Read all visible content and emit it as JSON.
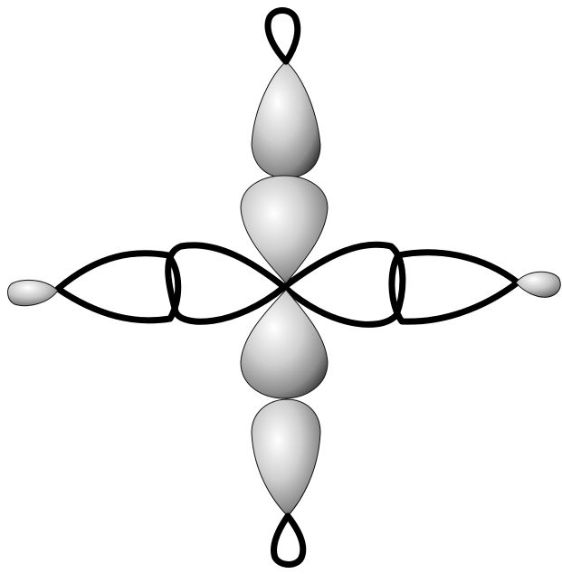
{
  "diagram": {
    "colors": {
      "background": "#ffffff",
      "outline": "#000000",
      "shaded_highlight": "#ffffff",
      "shaded_mid": "#b7b7b7",
      "shaded_dark": "#404040"
    },
    "parts": [
      {
        "name": "top-inner-lobe",
        "style": "shaded"
      },
      {
        "name": "top-outer-lobe",
        "style": "shaded"
      },
      {
        "name": "top-tip-lobe",
        "style": "outline"
      },
      {
        "name": "bottom-inner-lobe",
        "style": "shaded"
      },
      {
        "name": "bottom-outer-lobe",
        "style": "shaded"
      },
      {
        "name": "bottom-tip-lobe",
        "style": "outline"
      },
      {
        "name": "left-inner-lobe",
        "style": "outline"
      },
      {
        "name": "left-outer-lobe",
        "style": "outline"
      },
      {
        "name": "left-tip-lobe",
        "style": "shaded"
      },
      {
        "name": "right-inner-lobe",
        "style": "outline"
      },
      {
        "name": "right-outer-lobe",
        "style": "outline"
      },
      {
        "name": "right-tip-lobe",
        "style": "shaded"
      }
    ]
  }
}
